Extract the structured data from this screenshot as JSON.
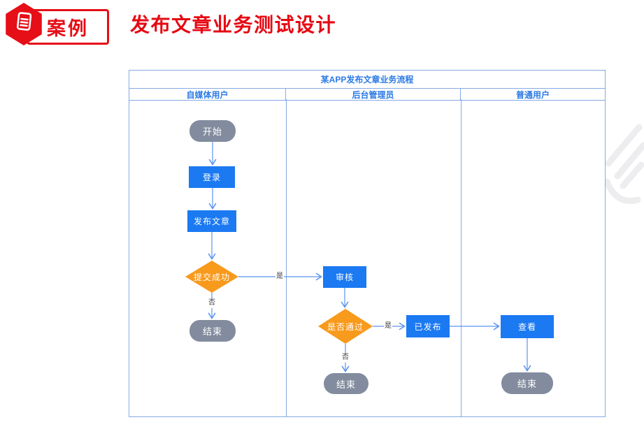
{
  "header": {
    "badge": {
      "label": "案例",
      "icon": "document-icon"
    },
    "title": "发布文章业务测试设计"
  },
  "flowchart": {
    "title": "某APP发布文章业务流程",
    "lanes": [
      {
        "label": "自媒体用户"
      },
      {
        "label": "后台管理员"
      },
      {
        "label": "普通用户"
      }
    ],
    "nodes": [
      {
        "id": "start",
        "shape": "terminator",
        "lane": "自媒体用户",
        "label": "开始"
      },
      {
        "id": "login",
        "shape": "process",
        "lane": "自媒体用户",
        "label": "登录"
      },
      {
        "id": "publish-article",
        "shape": "process",
        "lane": "自媒体用户",
        "label": "发布文章"
      },
      {
        "id": "submit-success",
        "shape": "decision",
        "lane": "自媒体用户",
        "label": "提交成功"
      },
      {
        "id": "end-self-media",
        "shape": "terminator",
        "lane": "自媒体用户",
        "label": "结束"
      },
      {
        "id": "review",
        "shape": "process",
        "lane": "后台管理员",
        "label": "审核"
      },
      {
        "id": "pass-or-not",
        "shape": "decision",
        "lane": "后台管理员",
        "label": "是否通过"
      },
      {
        "id": "published",
        "shape": "process",
        "lane": "后台管理员",
        "label": "已发布"
      },
      {
        "id": "end-admin",
        "shape": "terminator",
        "lane": "后台管理员",
        "label": "结束"
      },
      {
        "id": "view",
        "shape": "process",
        "lane": "普通用户",
        "label": "查看"
      },
      {
        "id": "end-user",
        "shape": "terminator",
        "lane": "普通用户",
        "label": "结束"
      }
    ],
    "edges": [
      {
        "from": "开始",
        "to": "登录",
        "label": ""
      },
      {
        "from": "登录",
        "to": "发布文章",
        "label": ""
      },
      {
        "from": "发布文章",
        "to": "提交成功",
        "label": ""
      },
      {
        "from": "提交成功",
        "to": "审核",
        "label": "是"
      },
      {
        "from": "提交成功",
        "to": "结束",
        "label": "否"
      },
      {
        "from": "审核",
        "to": "是否通过",
        "label": ""
      },
      {
        "from": "是否通过",
        "to": "已发布",
        "label": "是"
      },
      {
        "from": "已发布",
        "to": "查看",
        "label": ""
      },
      {
        "from": "是否通过",
        "to": "结束",
        "label": "否"
      },
      {
        "from": "查看",
        "to": "结束",
        "label": ""
      }
    ],
    "colors": {
      "process_fill": "#1b79f2",
      "decision_fill": "#f89a1c",
      "terminator_fill": "#828c9e",
      "connector": "#5b93f0",
      "frame_border": "#84abe4",
      "header_text": "#2b7ae5",
      "title_red": "#e60813",
      "badge_red": "#e60e17"
    }
  }
}
